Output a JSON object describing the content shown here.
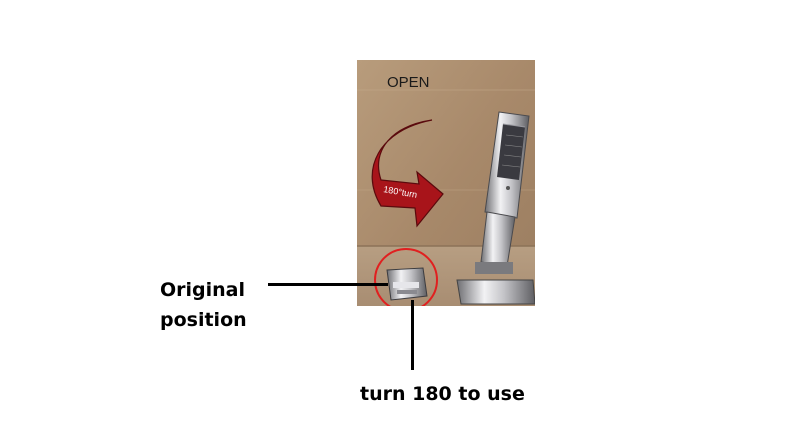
{
  "photo": {
    "open_label": "OPEN",
    "arrow_label": "180°turn",
    "arrow_color": "#a8141a",
    "highlight_color": "#e02020"
  },
  "annotations": {
    "original_position": "Original position",
    "turn_instruction": "turn 180 to use"
  }
}
